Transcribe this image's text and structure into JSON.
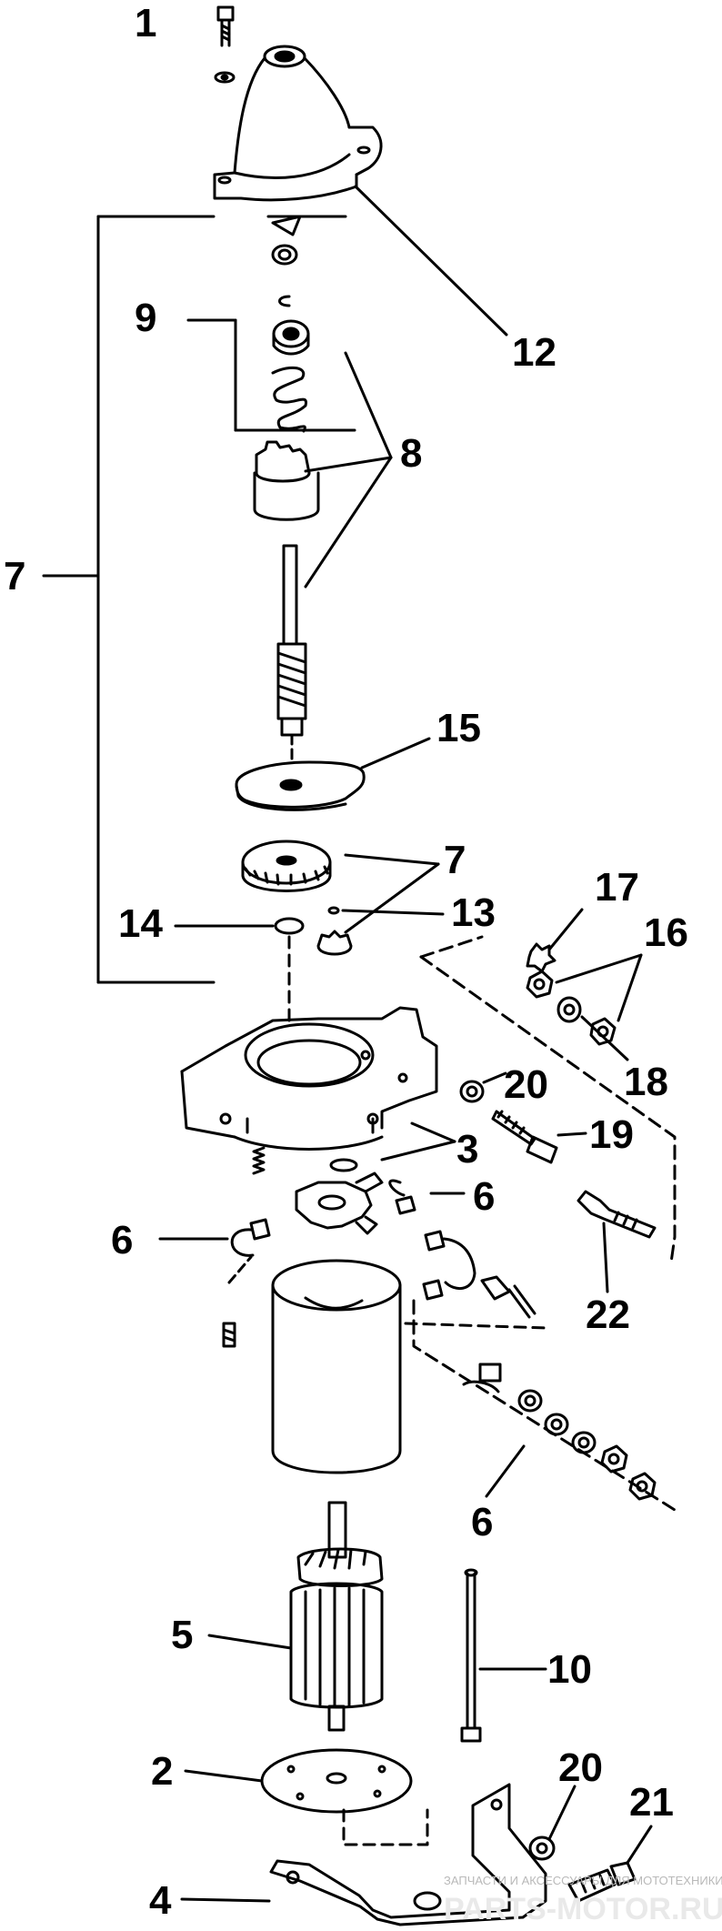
{
  "diagram": {
    "callouts": {
      "c1": "1",
      "c2": "2",
      "c3": "3",
      "c4": "4",
      "c5": "5",
      "c6a": "6",
      "c6b": "6",
      "c6c": "6",
      "c7a": "7",
      "c7b": "7",
      "c8": "8",
      "c9": "9",
      "c10": "10",
      "c12": "12",
      "c13": "13",
      "c14": "14",
      "c15": "15",
      "c16": "16",
      "c17": "17",
      "c18": "18",
      "c19": "19",
      "c20a": "20",
      "c20b": "20",
      "c21": "21",
      "c22": "22"
    },
    "watermark": {
      "caption": "ЗАПЧАСТИ И АКСЕССУАРЫ ДЛЯ МОТОТЕХНИКИ",
      "logo": "PARTS-MOTOR.RU"
    }
  }
}
